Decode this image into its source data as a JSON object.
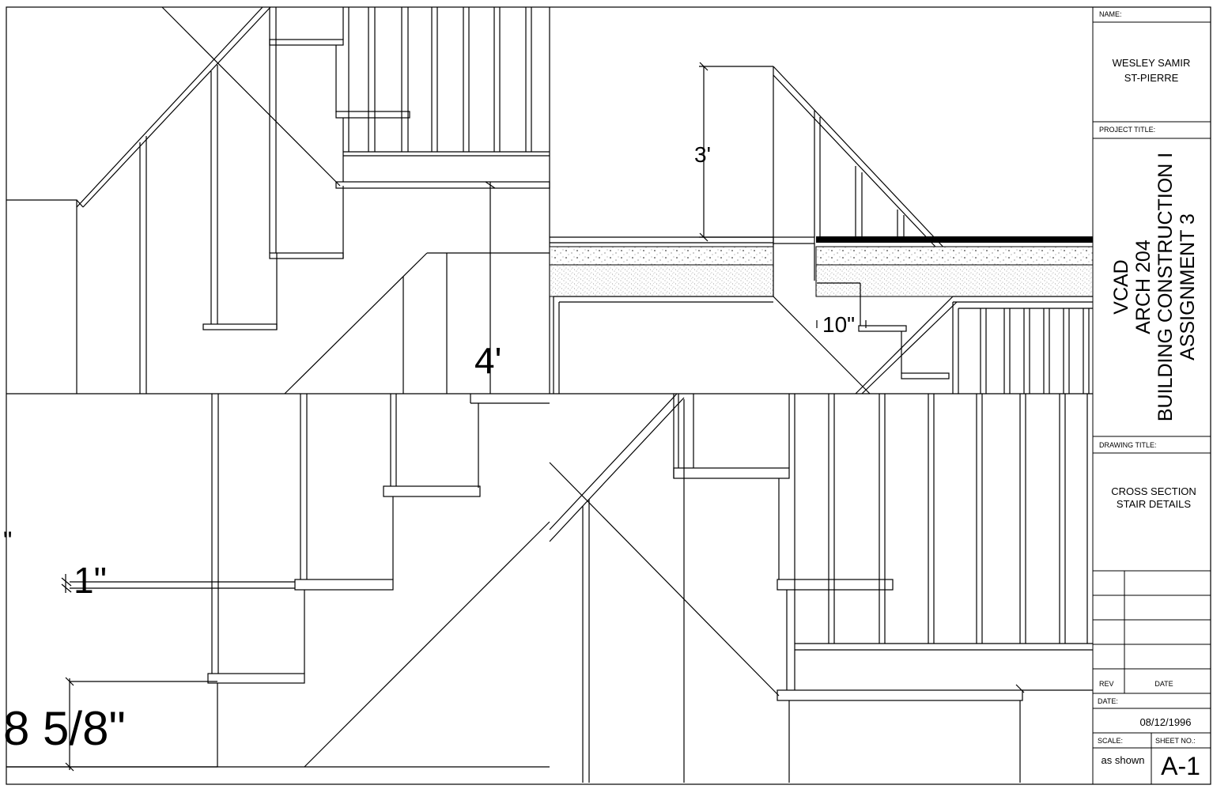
{
  "title_block": {
    "name_label": "NAME:",
    "name_line1": "WESLEY SAMIR",
    "name_line2": "ST-PIERRE",
    "project_title_label": "PROJECT TITLE:",
    "project_line1": "VCAD",
    "project_line2": "ARCH 204",
    "project_line3": "BUILDING CONSTRUCTION I",
    "project_line4": "ASSIGNMENT 3",
    "drawing_title_label": "DRAWING TITLE:",
    "drawing_line1": "CROSS SECTION",
    "drawing_line2": "STAIR DETAILS",
    "rev_label": "REV",
    "date_col_label": "DATE",
    "date_label": "DATE:",
    "date_value": "08/12/1996",
    "scale_label": "SCALE:",
    "scale_value": "as shown",
    "sheet_no_label": "SHEET NO.:",
    "sheet_no_value": "A-1"
  },
  "dimensions": {
    "guard_height": "4'",
    "handrail_height": "3'",
    "nosing_width": "10\"",
    "nosing_projection": "1\"",
    "riser_height": "8 5/8\"",
    "cut_inch_mark": "\""
  }
}
